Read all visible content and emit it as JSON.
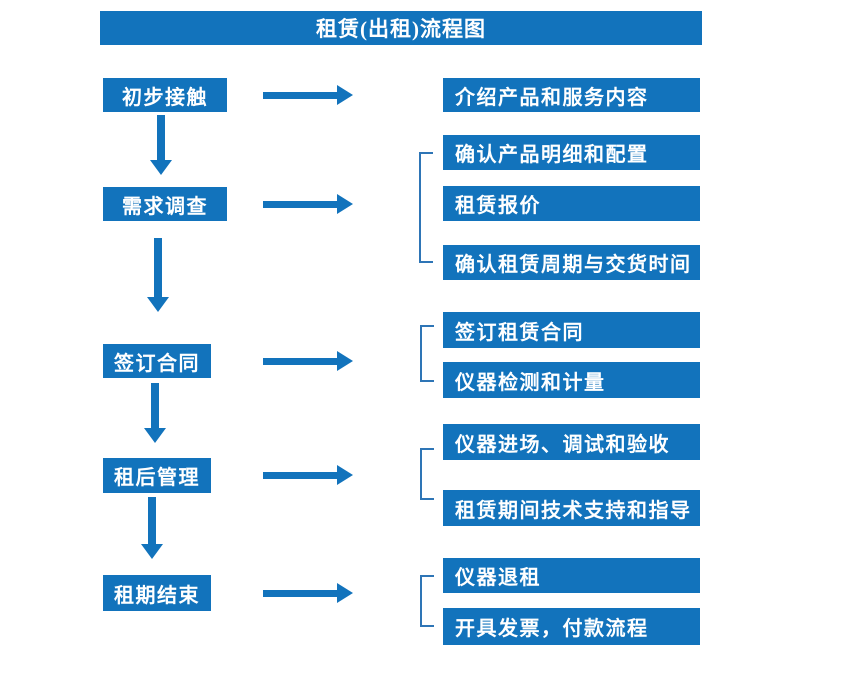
{
  "title": "租赁(出租)流程图",
  "colors": {
    "primary_blue": "#1273BC",
    "bracket_blue": "#2E75B6",
    "text_white": "#FFFFFF",
    "background": "#FFFFFF"
  },
  "flow": {
    "steps": [
      {
        "label": "初步接触",
        "outputs": [
          "介绍产品和服务内容"
        ]
      },
      {
        "label": "需求调查",
        "outputs": [
          "确认产品明细和配置",
          "租赁报价",
          "确认租赁周期与交货时间"
        ]
      },
      {
        "label": "签订合同",
        "outputs": [
          "签订租赁合同",
          "仪器检测和计量"
        ]
      },
      {
        "label": "租后管理",
        "outputs": [
          "仪器进场、调试和验收",
          "租赁期间技术支持和指导"
        ]
      },
      {
        "label": "租期结束",
        "outputs": [
          "仪器退租",
          "开具发票，付款流程"
        ]
      }
    ]
  }
}
